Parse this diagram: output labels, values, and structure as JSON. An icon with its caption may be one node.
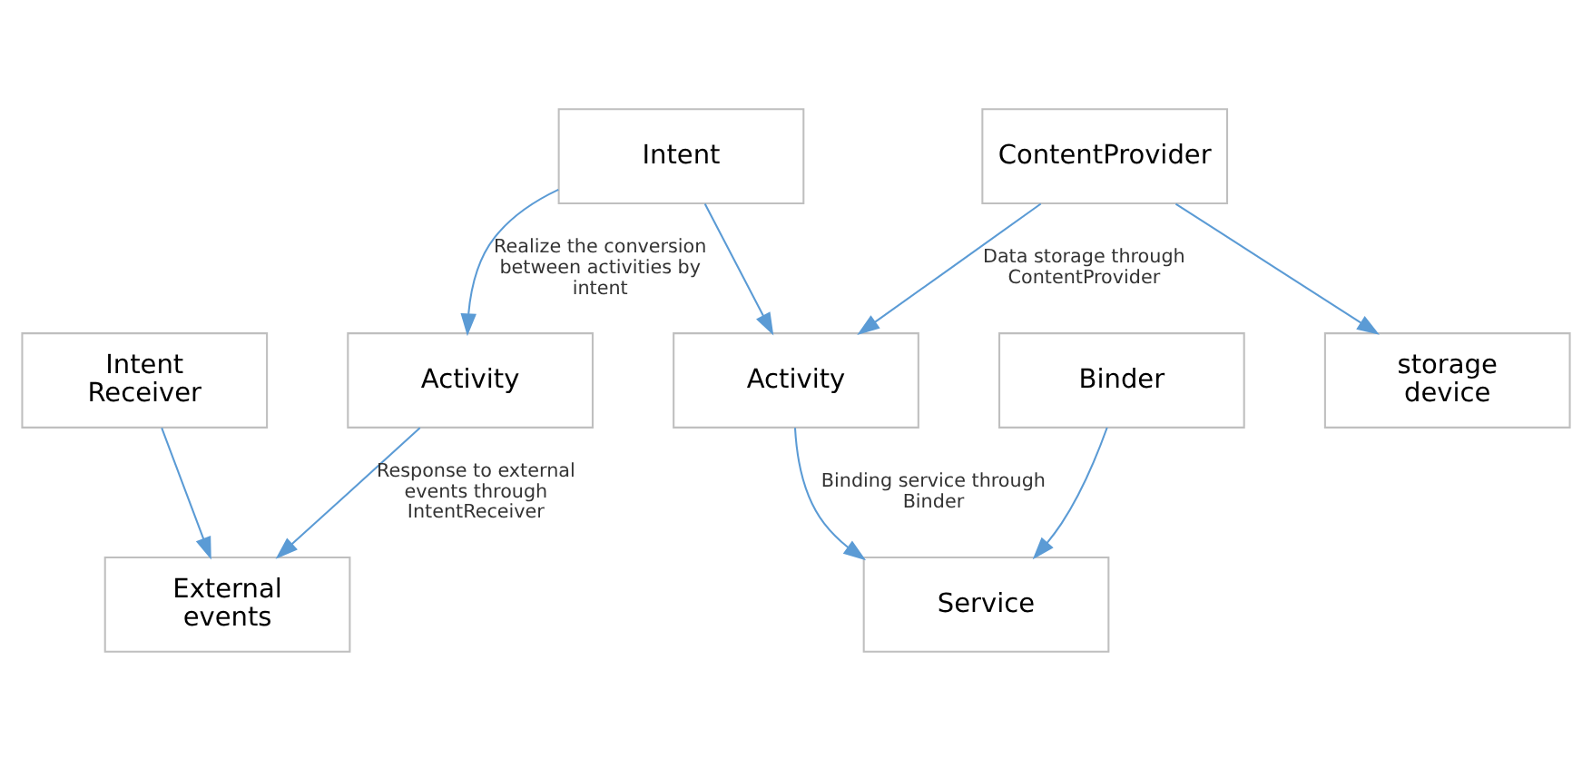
{
  "diagram": {
    "nodes": [
      {
        "text": [
          "Intent"
        ]
      },
      {
        "text": [
          "ContentProvider"
        ]
      },
      {
        "text": [
          "Activity"
        ]
      },
      {
        "text": [
          "Activity"
        ]
      },
      {
        "text": [
          "storage device"
        ]
      },
      {
        "text": [
          "Intent Receiver"
        ]
      },
      {
        "text": [
          "Binder"
        ]
      },
      {
        "text": [
          "External events"
        ]
      },
      {
        "text": [
          "Service"
        ]
      }
    ],
    "edges": [
      {
        "from": 0,
        "to": 2,
        "arrow": "to",
        "label": "Realize the conversion between activities by intent"
      },
      {
        "from": 0,
        "to": 3,
        "arrow": "to"
      },
      {
        "from": 1,
        "to": 3,
        "arrow": "to",
        "label": "Data storage through ContentProvider"
      },
      {
        "from": 1,
        "to": 4,
        "arrow": "to"
      },
      {
        "from": 2,
        "to": 7,
        "arrow": "to",
        "label": "Response to external events through IntentReceiver"
      },
      {
        "from": 5,
        "to": 7,
        "arrow": "to"
      },
      {
        "from": 3,
        "to": 8,
        "arrow": "to",
        "label": "Binding service through Binder"
      },
      {
        "from": 6,
        "to": 8,
        "arrow": "to"
      }
    ]
  }
}
